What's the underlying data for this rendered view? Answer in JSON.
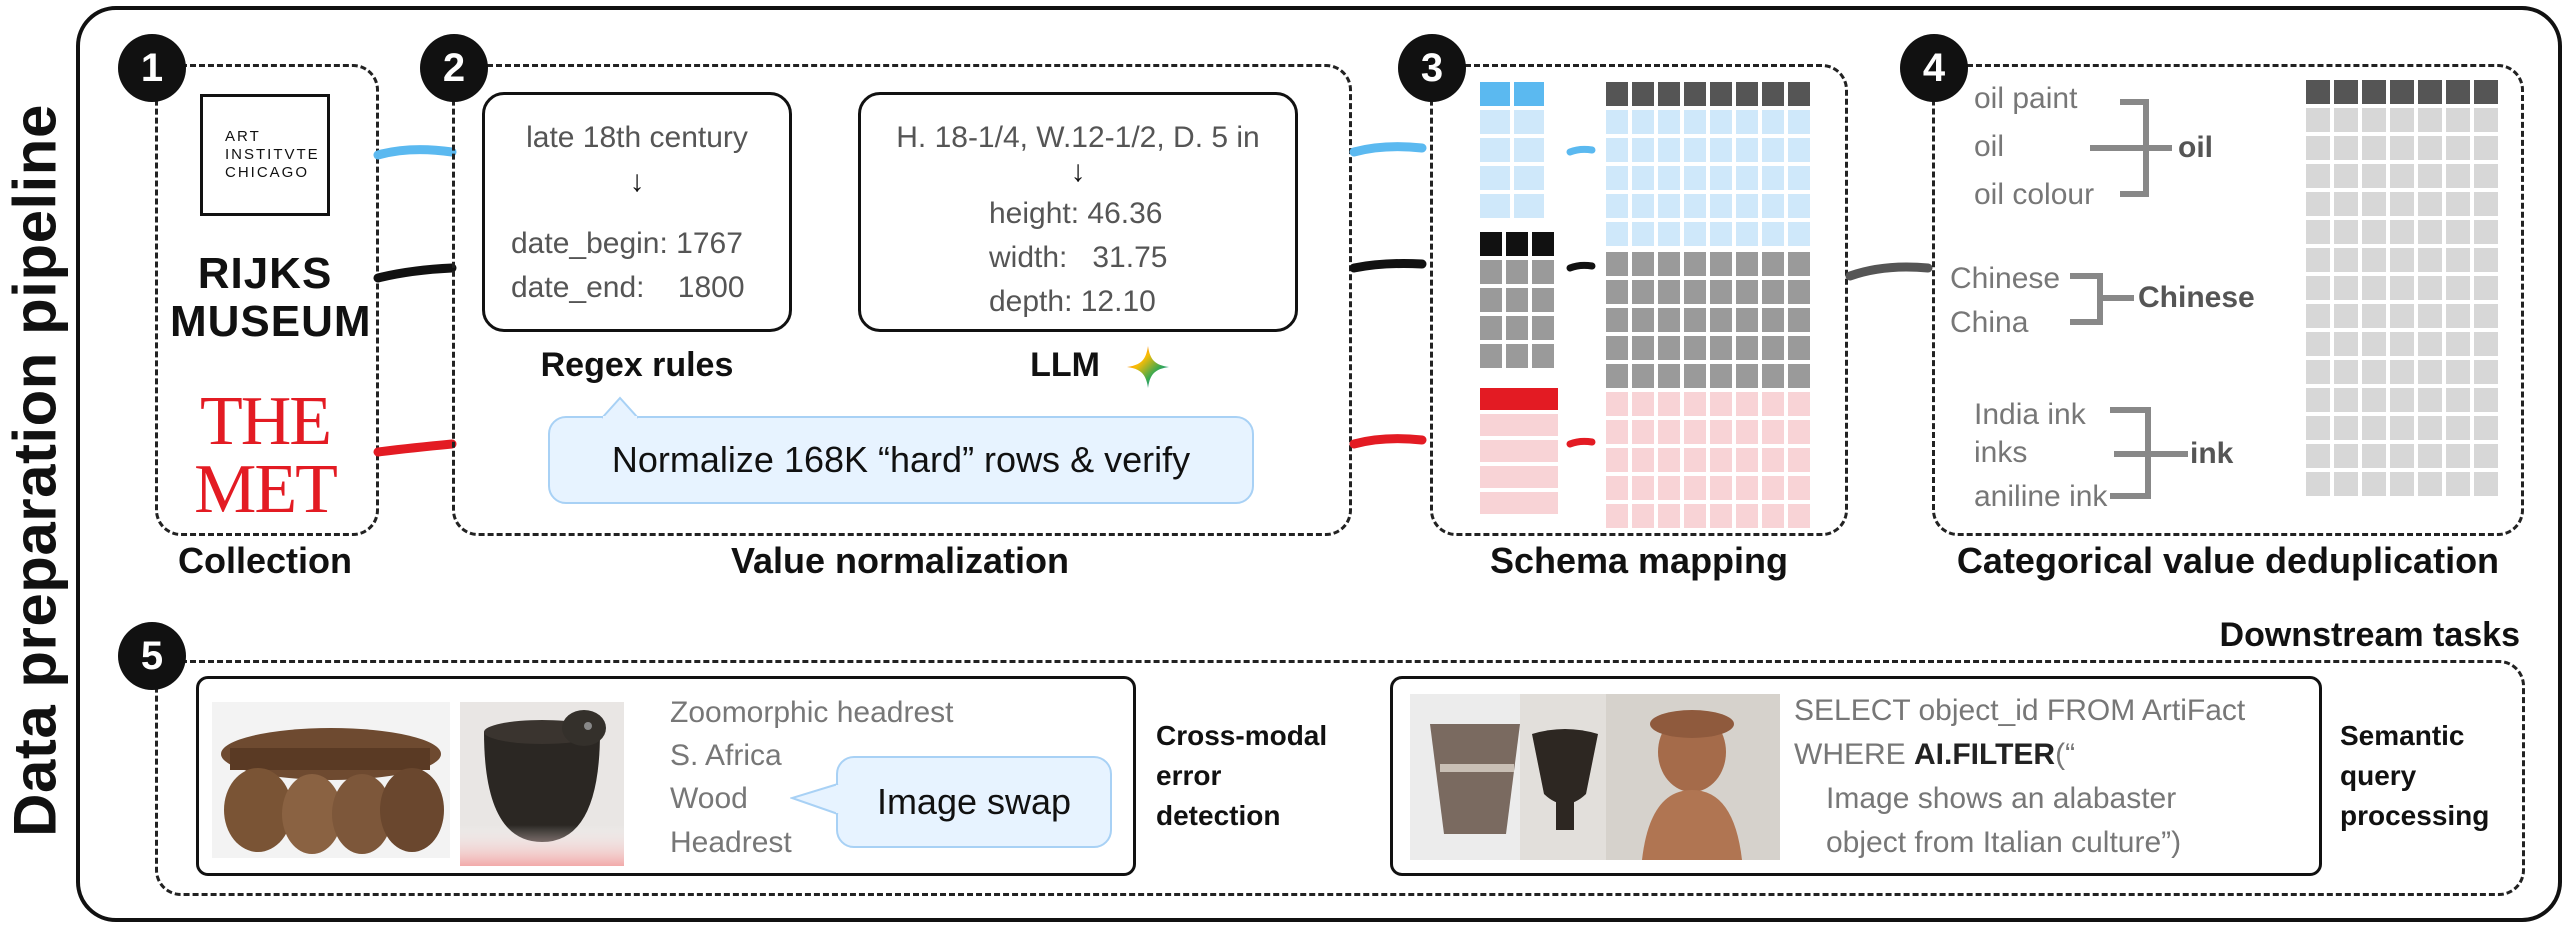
{
  "title": "Data preparation pipeline",
  "steps": [
    {
      "num": "1",
      "label": "Collection"
    },
    {
      "num": "2",
      "label": "Value normalization"
    },
    {
      "num": "3",
      "label": "Schema mapping"
    },
    {
      "num": "4",
      "label": "Categorical value deduplication"
    },
    {
      "num": "5",
      "label": "Downstream tasks"
    }
  ],
  "collection": {
    "aic_logo": [
      "ART",
      "INSTITVTE",
      "CHICAGO"
    ],
    "rijks_logo": [
      "RIJKS",
      "MUSEUM"
    ],
    "met_logo": [
      "THE",
      "MET"
    ],
    "colors": {
      "aic": "#5bb9f0",
      "rijks": "#111111",
      "met": "#e31b23"
    }
  },
  "regex_box": {
    "input": "late 18th century",
    "arrow": "↓",
    "out1": "date_begin: 1767",
    "out2": "date_end:    1800",
    "caption": "Regex rules"
  },
  "llm_box": {
    "input": "H. 18-1/4, W.12-1/2, D. 5 in",
    "arrow": "↓",
    "out1": "height: 46.36",
    "out2": "width:   31.75",
    "out3": "depth: 12.10",
    "caption": "LLM",
    "icon": "sparkle-icon"
  },
  "normalize_bubble": "Normalize 168K “hard” rows & verify",
  "dedup": {
    "group1": {
      "items": [
        "oil paint",
        "oil",
        "oil colour"
      ],
      "result": "oil"
    },
    "group2": {
      "items": [
        "Chinese",
        "China"
      ],
      "result": "Chinese"
    },
    "group3": {
      "items": [
        "India ink",
        "inks",
        "aniline ink"
      ],
      "result": "ink"
    }
  },
  "crossmodal": {
    "lines": [
      "Zoomorphic headrest",
      "S. Africa",
      "Wood",
      "Headrest"
    ],
    "bubble": "Image swap",
    "label": [
      "Cross-modal",
      "error",
      "detection"
    ]
  },
  "semantic": {
    "line1": "SELECT object_id FROM ArtiFact",
    "line2_pre": "WHERE ",
    "line2_bold": "AI.FILTER",
    "line2_post": "(“",
    "line3": "Image shows an alabaster",
    "line4": "object from Italian culture”)",
    "label": [
      "Semantic",
      "query",
      "processing"
    ]
  }
}
